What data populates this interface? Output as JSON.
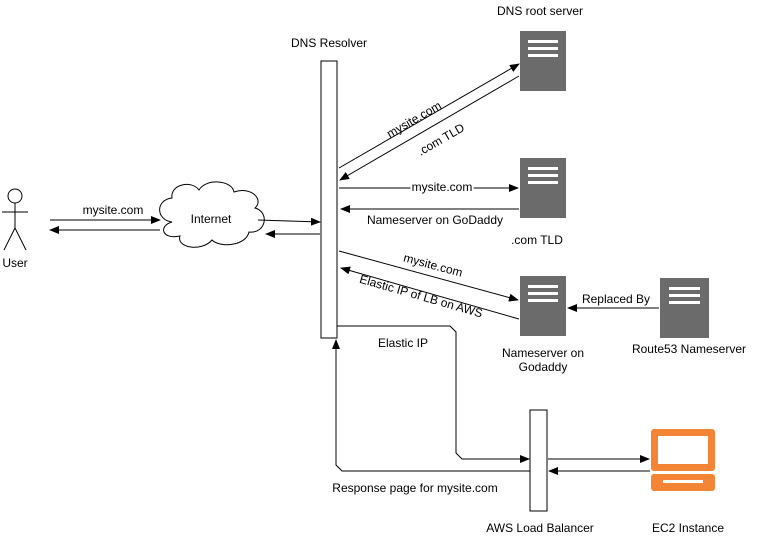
{
  "nodes": {
    "user": "User",
    "internet": "Internet",
    "dns_resolver": "DNS Resolver",
    "dns_root_server": "DNS root server",
    "com_tld": ".com TLD",
    "nameserver_godaddy_line1": "Nameserver on",
    "nameserver_godaddy_line2": "Godaddy",
    "route53": "Route53 Nameserver",
    "load_balancer": "AWS Load Balancer",
    "ec2": "EC2 Instance"
  },
  "edges": {
    "user_to_internet": "mysite.com",
    "resolver_to_root": "mysite.com",
    "root_to_resolver": ".com TLD",
    "resolver_to_tld": "mysite.com",
    "tld_to_resolver": "Nameserver on GoDaddy",
    "resolver_to_ns": "mysite.com",
    "ns_to_resolver": "Elastic IP of LB on AWS",
    "route53_to_ns": "Replaced By",
    "resolver_to_lb": "Elastic IP",
    "lb_to_resolver": "Response page for mysite.com"
  },
  "colors": {
    "server": "#6b6b6b",
    "ec2": "#f58536",
    "line": "#000000"
  },
  "icons": {
    "user": "person-icon",
    "internet": "cloud-icon",
    "server": "server-icon",
    "ec2": "laptop-icon"
  }
}
